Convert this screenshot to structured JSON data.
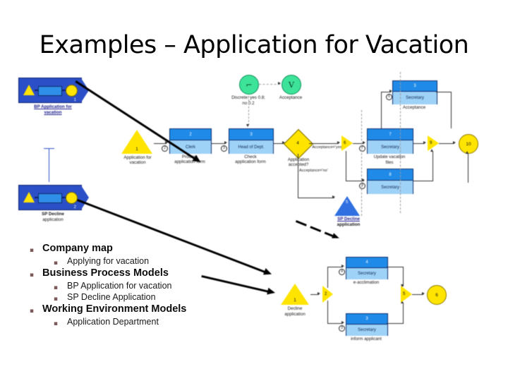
{
  "slide": {
    "title": "Examples – Application for Vacation",
    "background": "#ffffff"
  },
  "bullets": [
    {
      "level": 1,
      "marker": "▪",
      "text": "Company map"
    },
    {
      "level": 2,
      "marker": "▪",
      "text": "Applying for vacation"
    },
    {
      "level": 1,
      "marker": "▪",
      "text": "Business Process Models"
    },
    {
      "level": 2,
      "marker": "▪",
      "text": "BP Application for vacation"
    },
    {
      "level": 2,
      "marker": "▪",
      "text": "SP Decline Application"
    },
    {
      "level": 1,
      "marker": "▪",
      "text": "Working Environment Models"
    },
    {
      "level": 2,
      "marker": "▪",
      "text": "Application Department"
    }
  ],
  "company_map": {
    "chain1": {
      "number": "1",
      "label_line1": "BP Application for",
      "label_line2": "vacation"
    },
    "chain2": {
      "number": "2",
      "label_line1": "SP Decline",
      "label_line2": "application"
    }
  },
  "bp_model": {
    "start": {
      "number": "1",
      "label_line1": "Application for",
      "label_line2": "vacation"
    },
    "activities": [
      {
        "number": "2",
        "role": "Clerk",
        "label_line1": "Process",
        "label_line2": "application form"
      },
      {
        "number": "3",
        "role": "Head of Dept.",
        "label_line1": "Check",
        "label_line2": "application form"
      },
      {
        "number": "7",
        "role": "Secretary",
        "label_line1": "Update vacation",
        "label_line2": "files"
      },
      {
        "number": "8",
        "role": "Secretary",
        "label_line1": "",
        "label_line2": ""
      },
      {
        "number": "3",
        "role": "Secretary",
        "label_line1": "Acceptance",
        "label_line2": ""
      }
    ],
    "decision": {
      "number": "4",
      "label_line1": "Application",
      "label_line2": "accepted?"
    },
    "guard_yes": "Acceptance='yes'",
    "guard_no": "Acceptance='no'",
    "subprocess": {
      "number": "5",
      "label_line1": "SP Decline",
      "label_line2": "application"
    },
    "fork": {
      "number": "6"
    },
    "join": {
      "number": "9"
    },
    "end": {
      "number": "10"
    },
    "events": [
      {
        "symbol": "⌐",
        "label_line1": "Discrete: yes 0.8;",
        "label_line2": "no 0.2"
      },
      {
        "symbol": "V",
        "label_line1": "Acceptance",
        "label_line2": ""
      }
    ]
  },
  "sp_model": {
    "start": {
      "number": "1",
      "label_line1": "Decline",
      "label_line2": "application"
    },
    "fork": {
      "number": "2"
    },
    "activities": [
      {
        "number": "4",
        "role": "Secretary",
        "label_line1": "e-acclimation",
        "label_line2": ""
      },
      {
        "number": "3",
        "role": "Secretary",
        "label_line1": "inform applicant",
        "label_line2": ""
      }
    ],
    "join": {
      "number": "5"
    },
    "end": {
      "number": "6"
    }
  }
}
